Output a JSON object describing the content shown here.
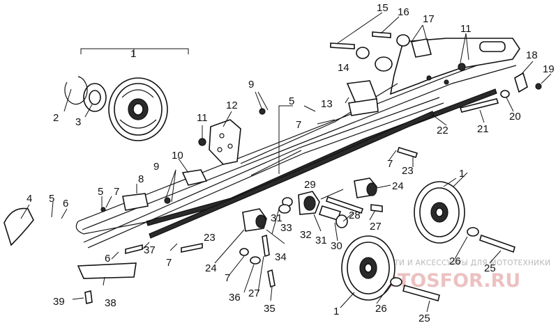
{
  "callouts": {
    "c1a": "1",
    "c1b": "1",
    "c1c": "1",
    "c2": "2",
    "c3": "3",
    "c4": "4",
    "c5a": "5",
    "c5b": "5",
    "c5c": "5",
    "c6a": "6",
    "c6b": "6",
    "c7a": "7",
    "c7b": "7",
    "c7c": "7",
    "c7d": "7",
    "c7e": "7",
    "c8": "8",
    "c9a": "9",
    "c9b": "9",
    "c10": "10",
    "c11a": "11",
    "c11b": "11",
    "c12": "12",
    "c13": "13",
    "c14": "14",
    "c15": "15",
    "c16": "16",
    "c17": "17",
    "c18": "18",
    "c19": "19",
    "c20": "20",
    "c21": "21",
    "c22": "22",
    "c23a": "23",
    "c23b": "23",
    "c24a": "24",
    "c24b": "24",
    "c25a": "25",
    "c25b": "25",
    "c26a": "26",
    "c26b": "26",
    "c27a": "27",
    "c27b": "27",
    "c28": "28",
    "c29": "29",
    "c30": "30",
    "c31a": "31",
    "c31b": "31",
    "c32": "32",
    "c33": "33",
    "c34": "34",
    "c35": "35",
    "c36": "36",
    "c37": "37",
    "c38": "38",
    "c39": "39"
  },
  "watermark": {
    "caption": "ЗАПЧАСТИ И АКСЕССУАРЫ ДЛЯ МОТОТЕХНИКИ",
    "brand": "MOTOSFOR.RU"
  },
  "colors": {
    "line": "#111111",
    "watermark": "#e9b7b7"
  }
}
